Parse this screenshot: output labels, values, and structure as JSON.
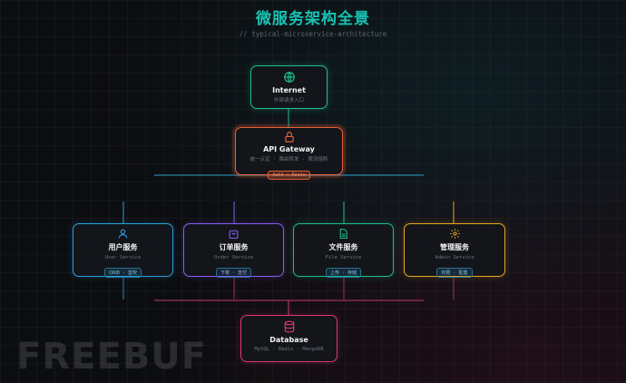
{
  "title": "微服务架构全景",
  "subtitle": "// typical-microservice-architecture",
  "internet": {
    "name": "Internet",
    "desc": "外部请求入口"
  },
  "gateway": {
    "name": "API Gateway",
    "desc": "统一认证 · 路由转发 · 限流熔断",
    "tag": "Auth + Route"
  },
  "services": [
    {
      "name": "用户服务",
      "desc": "User Service",
      "tag": "CRUD · 鉴权",
      "color": "#2aa3e0"
    },
    {
      "name": "订单服务",
      "desc": "Order Service",
      "tag": "下单 · 支付",
      "color": "#8a5cf6"
    },
    {
      "name": "文件服务",
      "desc": "File Service",
      "tag": "上传 · 存储",
      "color": "#1fbf8f"
    },
    {
      "name": "管理服务",
      "desc": "Admin Service",
      "tag": "权限 · 配置",
      "color": "#e6a521"
    }
  ],
  "database": {
    "name": "Database",
    "desc": "MySQL · Redis · MongoDB"
  },
  "watermark": "FREEBUF",
  "colors": {
    "internet": "#1fbf8f",
    "gateway": "#e8603a",
    "database": "#e0386f",
    "accent": "#17c3b2",
    "bus": "#2aa3c6"
  },
  "icons": {
    "internet": "globe-icon",
    "gateway": "lock-icon",
    "services": [
      "user-icon",
      "shopping-bag-icon",
      "file-icon",
      "gear-icon"
    ],
    "database": "database-icon"
  }
}
